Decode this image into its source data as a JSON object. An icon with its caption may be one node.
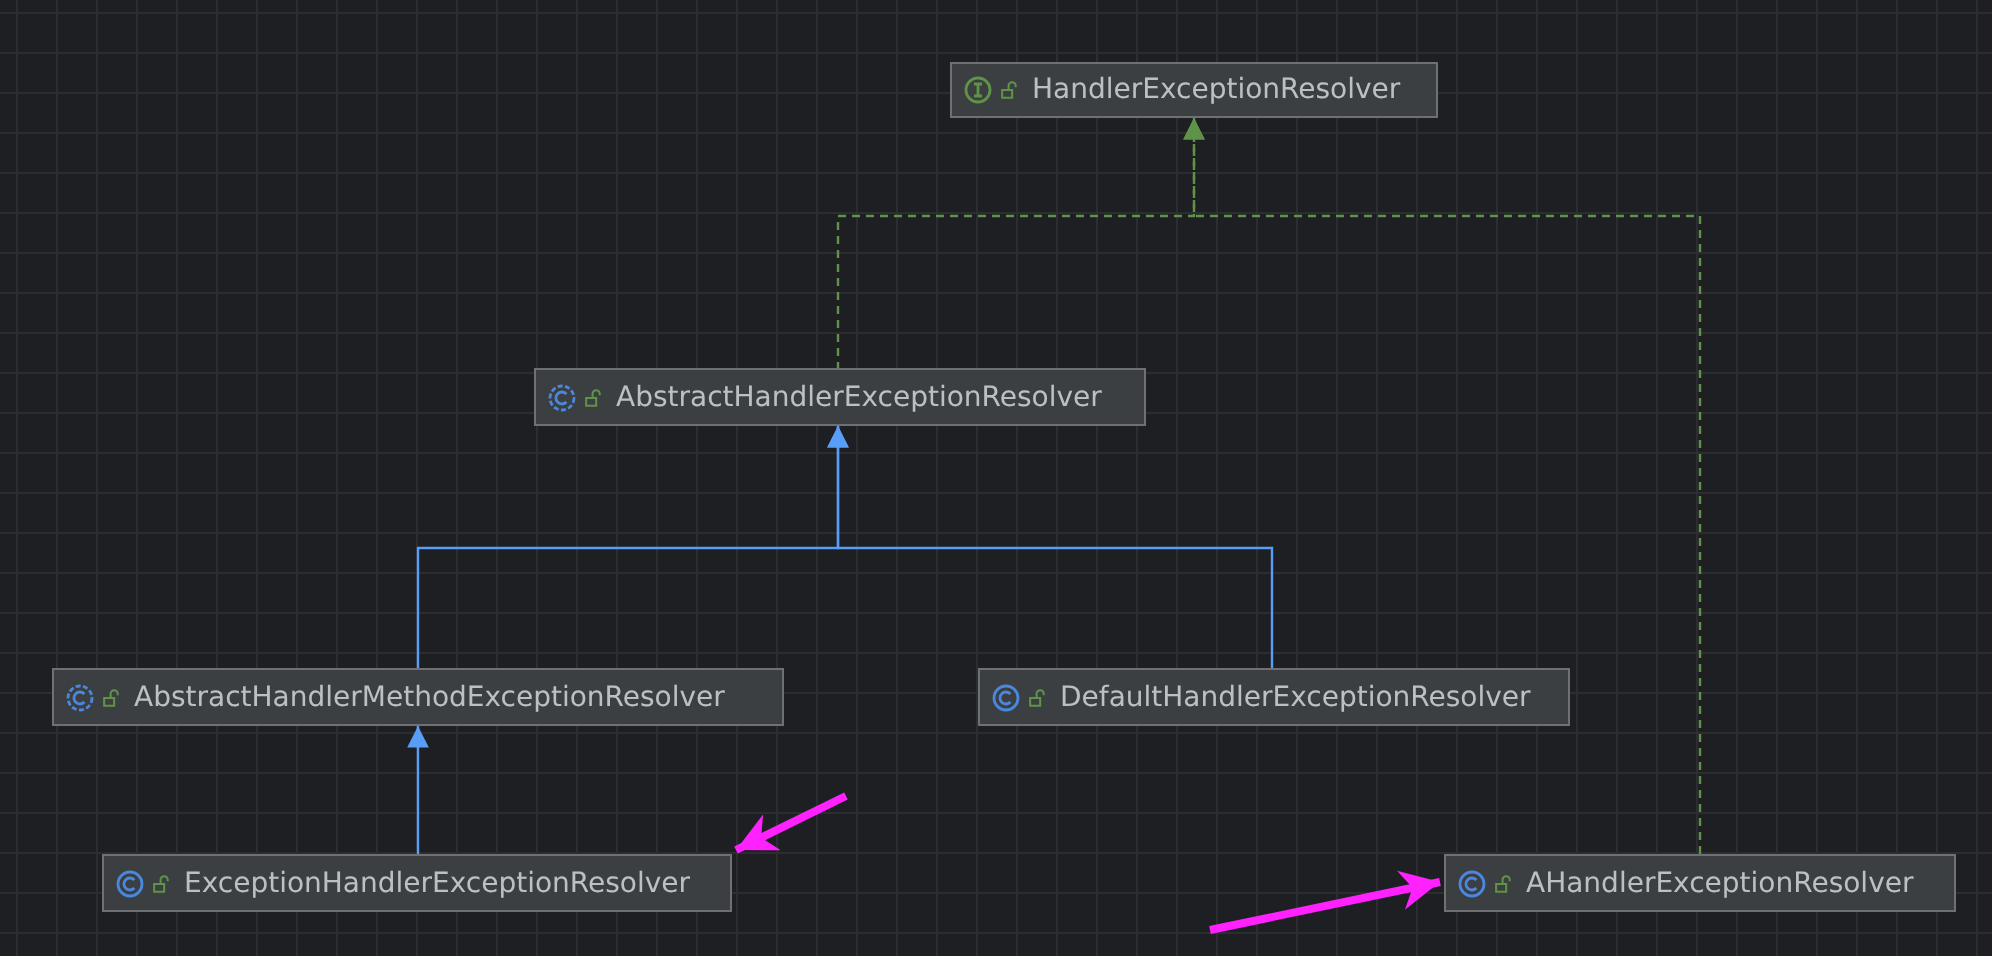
{
  "diagram": {
    "nodes": [
      {
        "text": [
          "HandlerExceptionResolver"
        ]
      },
      {
        "text": [
          "AbstractHandlerExceptionResolver"
        ]
      },
      {
        "text": [
          "AbstractHandlerMethodExceptionResolver"
        ]
      },
      {
        "text": [
          "DefaultHandlerExceptionResolver"
        ]
      },
      {
        "text": [
          "ExceptionHandlerExceptionResolver"
        ]
      },
      {
        "text": [
          "AHandlerExceptionResolver"
        ]
      }
    ],
    "edges": [
      {
        "from": 1,
        "to": 0,
        "arrow": "to",
        "style": "dashed",
        "color": "#5f9448"
      },
      {
        "from": 5,
        "to": 0,
        "arrow": "to",
        "style": "dashed",
        "color": "#5f9448"
      },
      {
        "from": 2,
        "to": 1,
        "arrow": "to"
      },
      {
        "from": 3,
        "to": 1,
        "arrow": "to"
      },
      {
        "from": 4,
        "to": 2,
        "arrow": "to"
      },
      {
        "from": null,
        "to": 4,
        "arrow": "to",
        "style": "thick",
        "color": "#ff22ff"
      },
      {
        "from": null,
        "to": 5,
        "arrow": "to",
        "style": "thick",
        "color": "#ff22ff"
      }
    ]
  }
}
